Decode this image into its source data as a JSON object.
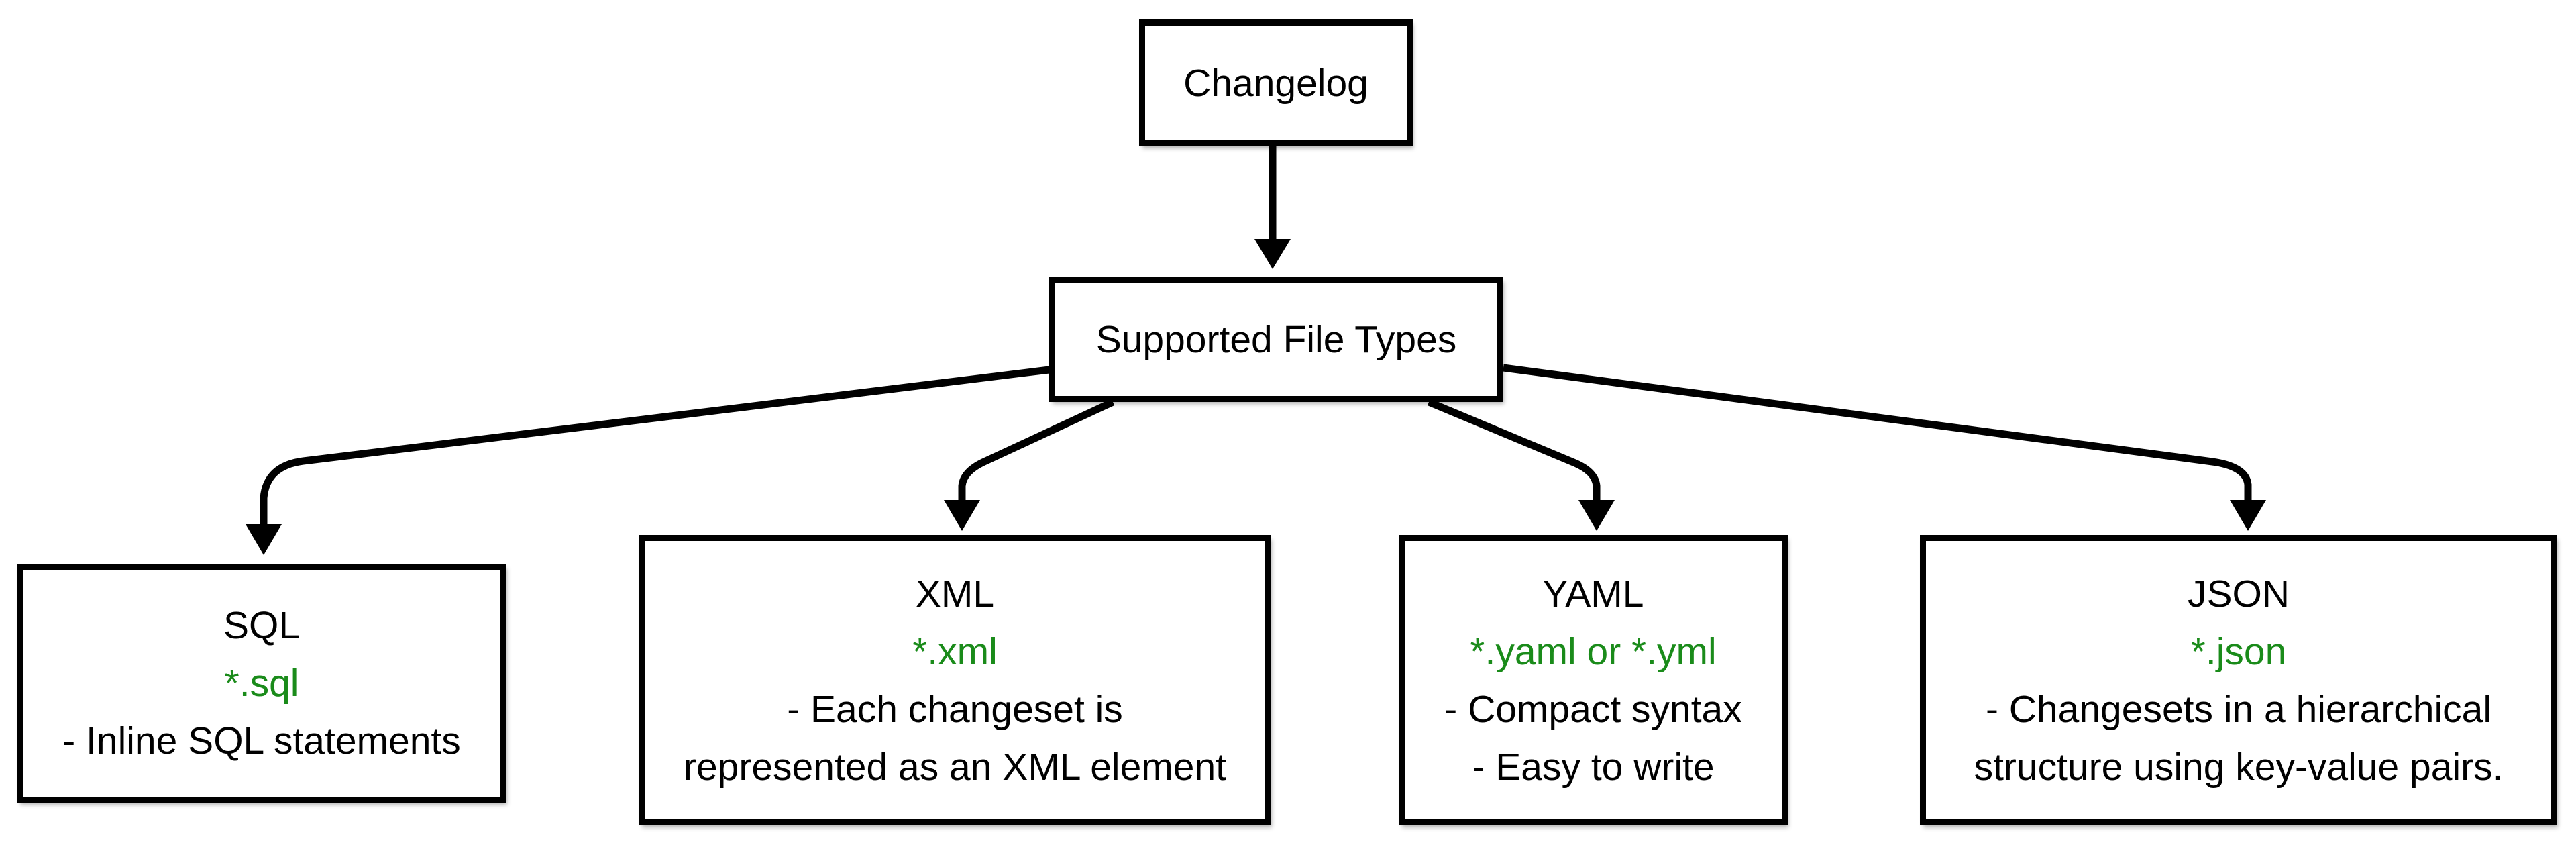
{
  "diagram": {
    "background_color": "#ffffff",
    "line_color": "#000000",
    "text_color": "#000000",
    "accent_green": "#1a8b1a",
    "root_node": {
      "label": "Changelog"
    },
    "hub_node": {
      "label": "Supported File Types"
    },
    "file_type_nodes": [
      {
        "id": "sql",
        "title": "SQL",
        "file_pattern": "*.sql",
        "description_lines": [
          "- Inline SQL statements"
        ]
      },
      {
        "id": "xml",
        "title": "XML",
        "file_pattern": "*.xml",
        "description_lines": [
          "- Each changeset is",
          "represented as an XML element"
        ]
      },
      {
        "id": "yaml",
        "title": "YAML",
        "file_pattern": "*.yaml or *.yml",
        "description_lines": [
          "- Compact syntax",
          "- Easy to write"
        ]
      },
      {
        "id": "json",
        "title": "JSON",
        "file_pattern": "*.json",
        "description_lines": [
          "- Changesets in a hierarchical",
          "structure using key-value pairs."
        ]
      }
    ],
    "edges": [
      {
        "from": "Changelog",
        "to": "Supported File Types"
      },
      {
        "from": "Supported File Types",
        "to": "SQL"
      },
      {
        "from": "Supported File Types",
        "to": "XML"
      },
      {
        "from": "Supported File Types",
        "to": "YAML"
      },
      {
        "from": "Supported File Types",
        "to": "JSON"
      }
    ]
  }
}
